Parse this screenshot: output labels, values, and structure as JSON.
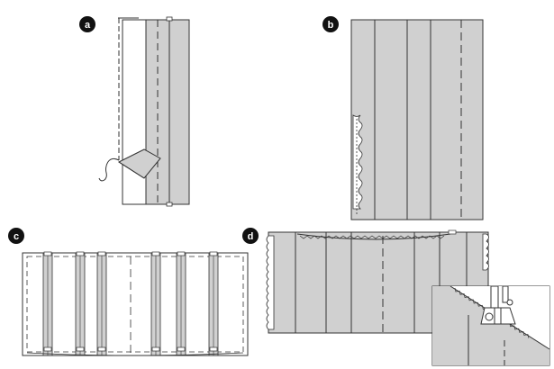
{
  "panels": {
    "a": {
      "label": "a"
    },
    "b": {
      "label": "b"
    },
    "c": {
      "label": "c"
    },
    "d": {
      "label": "d"
    }
  },
  "colors": {
    "fabric": "#d0d0d0",
    "fabric_light": "#ffffff",
    "outline": "#333333",
    "badge": "#111111",
    "stitch": "#333333"
  },
  "icons": [
    "sewing-machine-presser-foot-icon",
    "pleat-stitch-line",
    "frayed-edge"
  ]
}
